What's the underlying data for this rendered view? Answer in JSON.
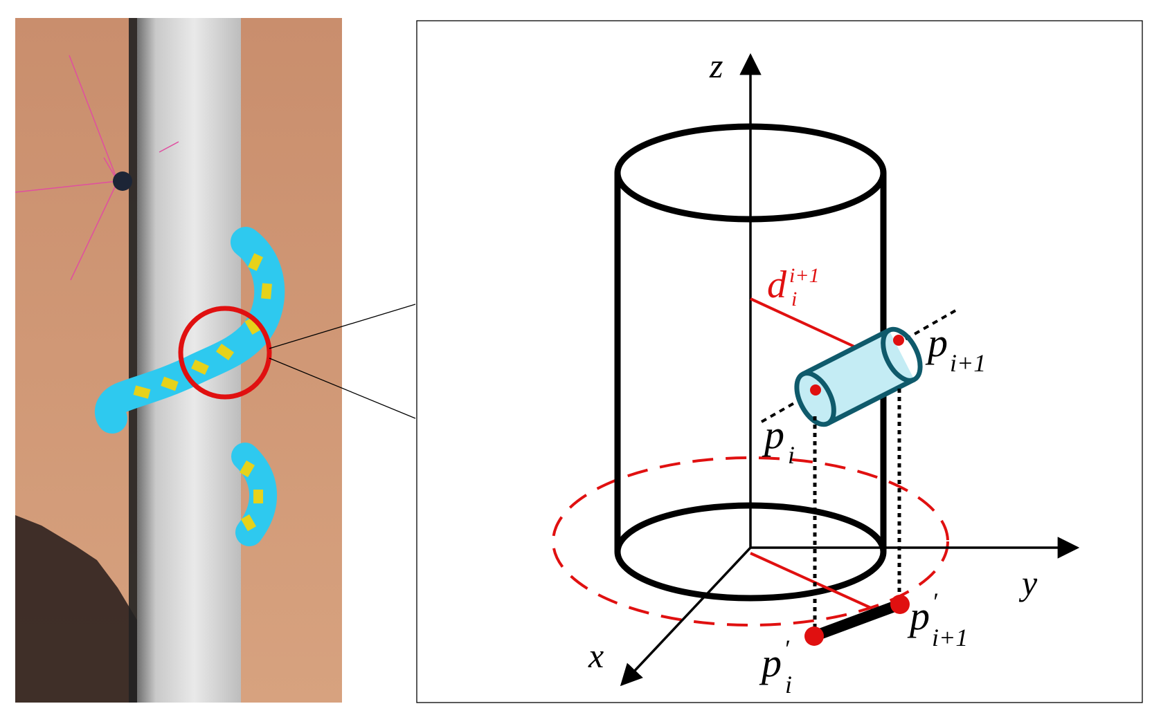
{
  "colors": {
    "background_wall": "#d29b79",
    "pole": "#d8d8d8",
    "robot_body": "#2ec9ef",
    "robot_joint": "#e6d21a",
    "highlight_red": "#e01010",
    "link_cylinder_stroke": "#0f5a6b",
    "link_cylinder_fill": "#c4ecf4",
    "line": "#000000"
  },
  "axes": {
    "x": "x",
    "y": "y",
    "z": "z"
  },
  "labels": {
    "distance": {
      "base": "d",
      "sub": "i",
      "sup": "i+1"
    },
    "p_i": {
      "base": "p",
      "sub": "i"
    },
    "p_i1": {
      "base": "p",
      "sub": "i+1"
    },
    "p_i_proj": {
      "base": "p",
      "prime": "′",
      "sub": "i"
    },
    "p_i1_proj": {
      "base": "p",
      "prime": "′",
      "sub": "i+1"
    }
  },
  "icons": {
    "photo": "snake-robot-on-pole-render",
    "zoom": "magnify-callout"
  }
}
